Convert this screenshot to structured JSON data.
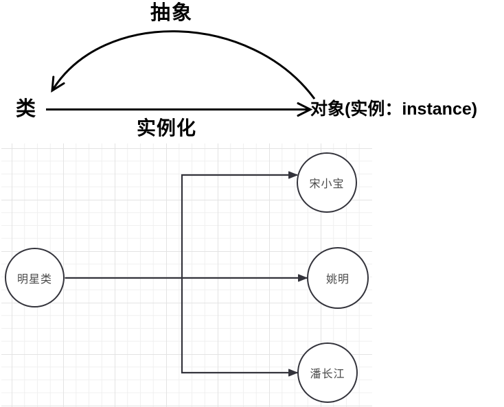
{
  "top_diagram": {
    "abstraction_label": "抽象",
    "class_label": "类",
    "object_label": "对象(实例：instance)",
    "instantiation_label": "实例化"
  },
  "class_instance_diagram": {
    "class_node_label": "明星类",
    "instance_labels": [
      "宋小宝",
      "姚明",
      "潘长江"
    ]
  },
  "colors": {
    "top_arrow_stroke": "#000000",
    "node_stroke": "#33333b",
    "node_text": "#4a4a4a",
    "grid_minor_line": "#f0f0f0",
    "grid_major_line": "#e3e3e3",
    "background": "#ffffff"
  }
}
